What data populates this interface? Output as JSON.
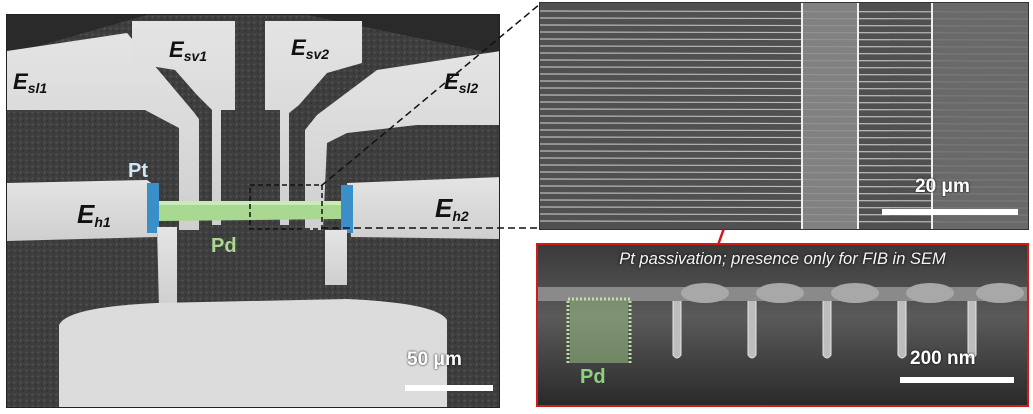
{
  "left_panel": {
    "electrodes": {
      "sv1": {
        "base": "E",
        "sub": "sv1"
      },
      "sv2": {
        "base": "E",
        "sub": "sv2"
      },
      "sl1": {
        "base": "E",
        "sub": "sl1"
      },
      "sl2": {
        "base": "E",
        "sub": "sl2"
      },
      "h1": {
        "base": "E",
        "sub": "h1"
      },
      "h2": {
        "base": "E",
        "sub": "h2"
      }
    },
    "pt_label": "Pt",
    "pd_label": "Pd",
    "scale_label": "50 μm"
  },
  "top_right_panel": {
    "scale_label": "20 μm"
  },
  "bottom_right_panel": {
    "caption": "Pt passivation; presence only for FIB in SEM",
    "pd_label": "Pd",
    "scale_label": "200 nm"
  },
  "colors": {
    "pt_highlight": "#3a8fc8",
    "pd_highlight": "#9fd48a",
    "pd_text": "#8fd080",
    "pt_text": "#cfe8f8",
    "callout_red": "#d11a1a"
  }
}
